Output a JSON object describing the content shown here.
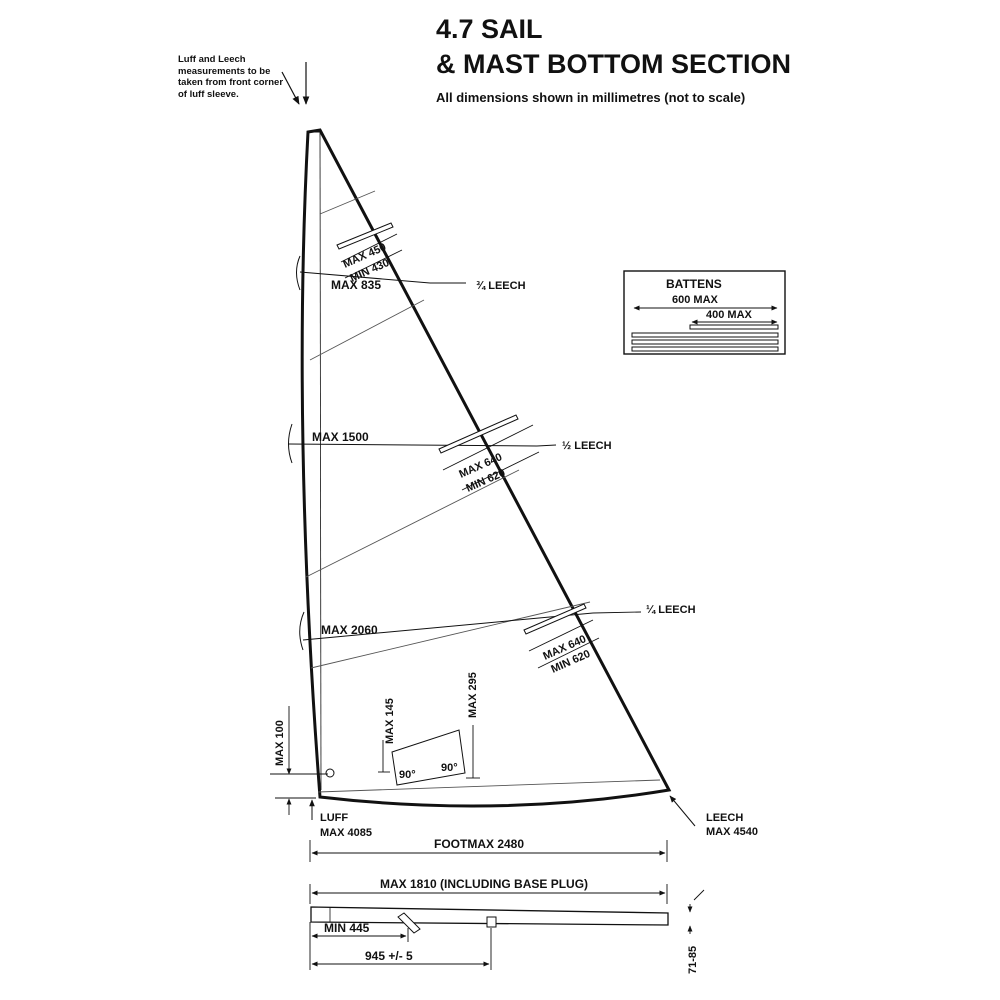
{
  "title": {
    "line1": "4.7 SAIL",
    "line2": "& MAST BOTTOM SECTION"
  },
  "subtitle": "All dimensions shown in millimetres (not to scale)",
  "note": "Luff and Leech measurements to be taken from front corner of luff sleeve.",
  "sail": {
    "batten_top_max": "MAX 450",
    "batten_top_min": "MIN 430",
    "three_quarter_width": "MAX 835",
    "three_quarter_label": "¾ LEECH",
    "half_width": "MAX 1500",
    "half_label": "½ LEECH",
    "batten_mid_max": "MAX 640",
    "batten_mid_min": "MIN 620",
    "quarter_width": "MAX 2060",
    "quarter_label": "¼ LEECH",
    "batten_low_max": "MAX 640",
    "batten_low_min": "MIN 620",
    "window_height_a": "MAX 295",
    "window_height_b": "MAX 145",
    "angle_a": "90°",
    "angle_b": "90°",
    "tack_height": "MAX 100",
    "luff_label": "LUFF",
    "luff_max": "MAX 4085",
    "foot": "FOOTMAX 2480",
    "leech_label": "LEECH",
    "leech_max": "MAX 4540"
  },
  "battens": {
    "title": "BATTENS",
    "long": "600 MAX",
    "short": "400 MAX"
  },
  "mast": {
    "length": "MAX 1810 (INCLUDING BASE PLUG)",
    "min_position": "MIN 445",
    "position": "945 +/- 5",
    "diameter": "71-85"
  }
}
